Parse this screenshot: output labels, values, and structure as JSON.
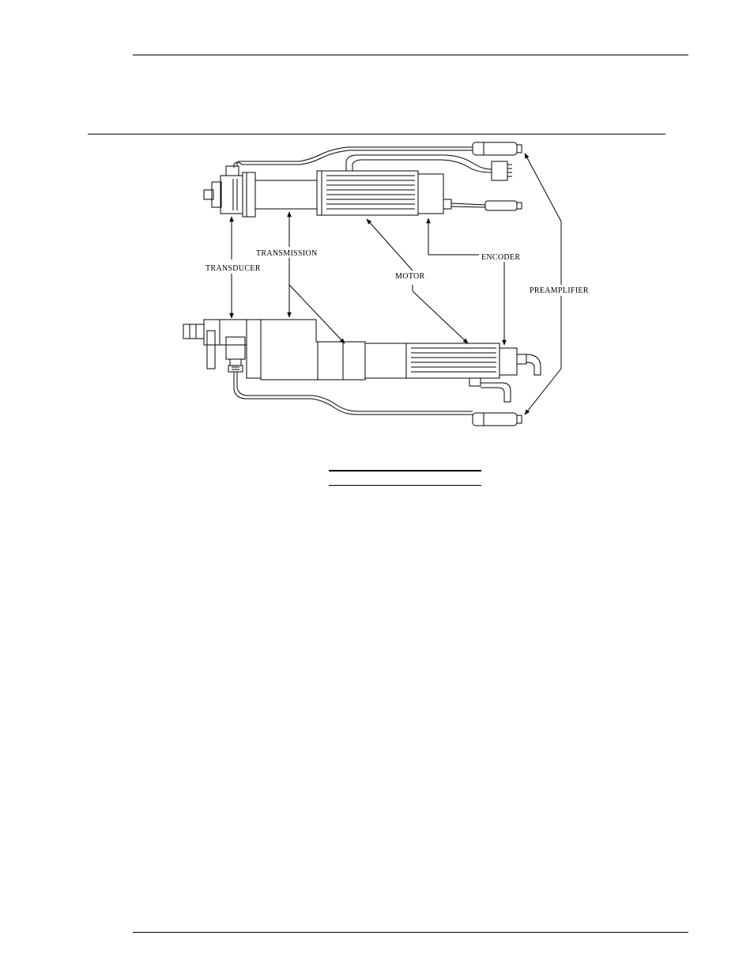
{
  "figure": {
    "labels": {
      "transducer": "TRANSDUCER",
      "transmission": "TRANSMISSION",
      "motor": "MOTOR",
      "encoder": "ENCODER",
      "preamplifier": "PREAMPLIFIER"
    }
  }
}
